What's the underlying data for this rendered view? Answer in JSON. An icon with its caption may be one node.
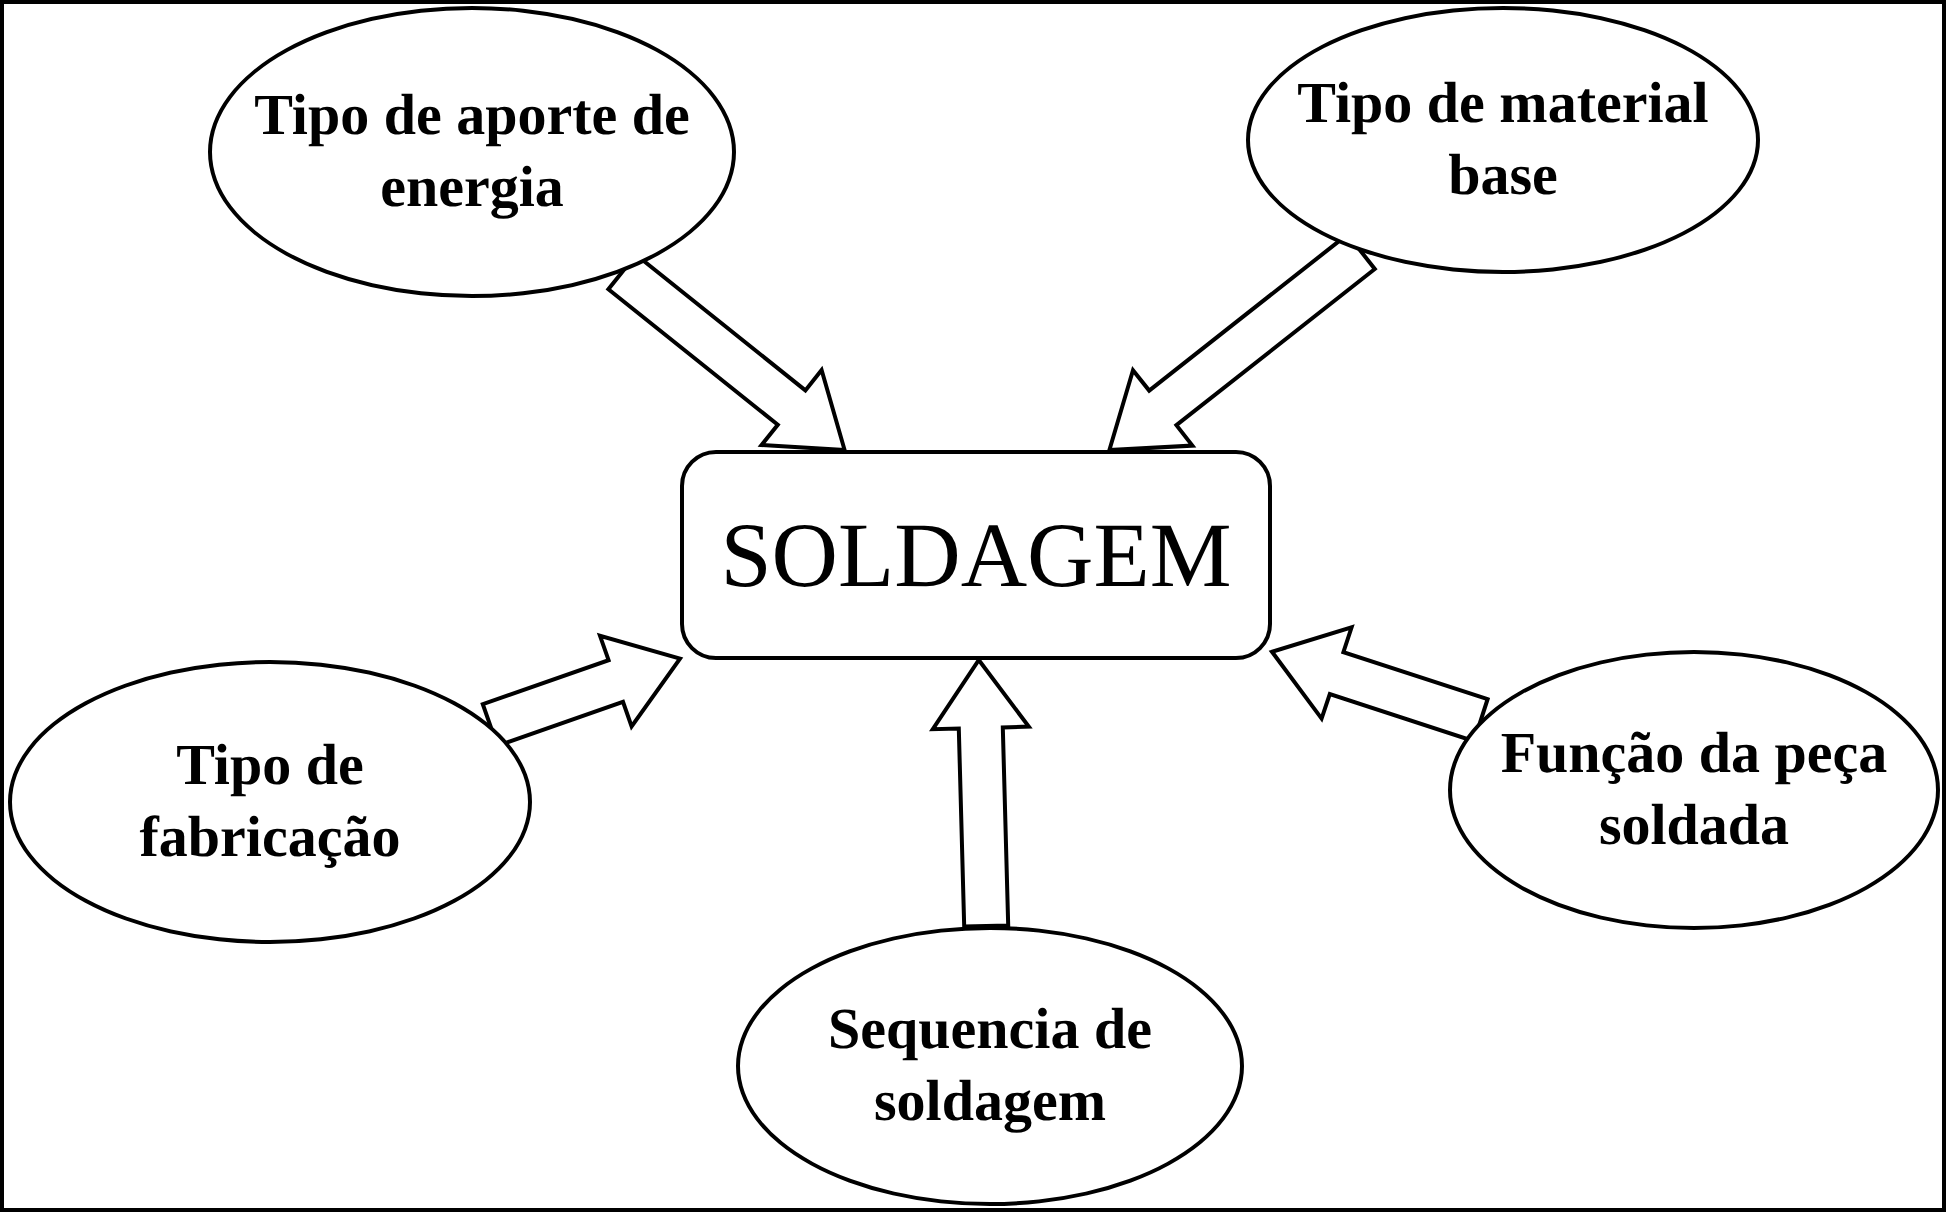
{
  "diagram": {
    "nodes": [
      {
        "text": [
          "Tipo de aporte de energia"
        ]
      },
      {
        "text": [
          "Tipo de material base"
        ]
      },
      {
        "text": [
          "SOLDAGEM"
        ]
      },
      {
        "text": [
          "Tipo de fabricação"
        ]
      },
      {
        "text": [
          "Função da peça soldada"
        ]
      },
      {
        "text": [
          "Sequencia de soldagem"
        ]
      }
    ],
    "edges": [
      {
        "from": 0,
        "to": 2,
        "arrow": "to"
      },
      {
        "from": 1,
        "to": 2,
        "arrow": "to"
      },
      {
        "from": 3,
        "to": 2,
        "arrow": "to"
      },
      {
        "from": 4,
        "to": 2,
        "arrow": "to"
      },
      {
        "from": 5,
        "to": 2,
        "arrow": "to"
      }
    ]
  }
}
